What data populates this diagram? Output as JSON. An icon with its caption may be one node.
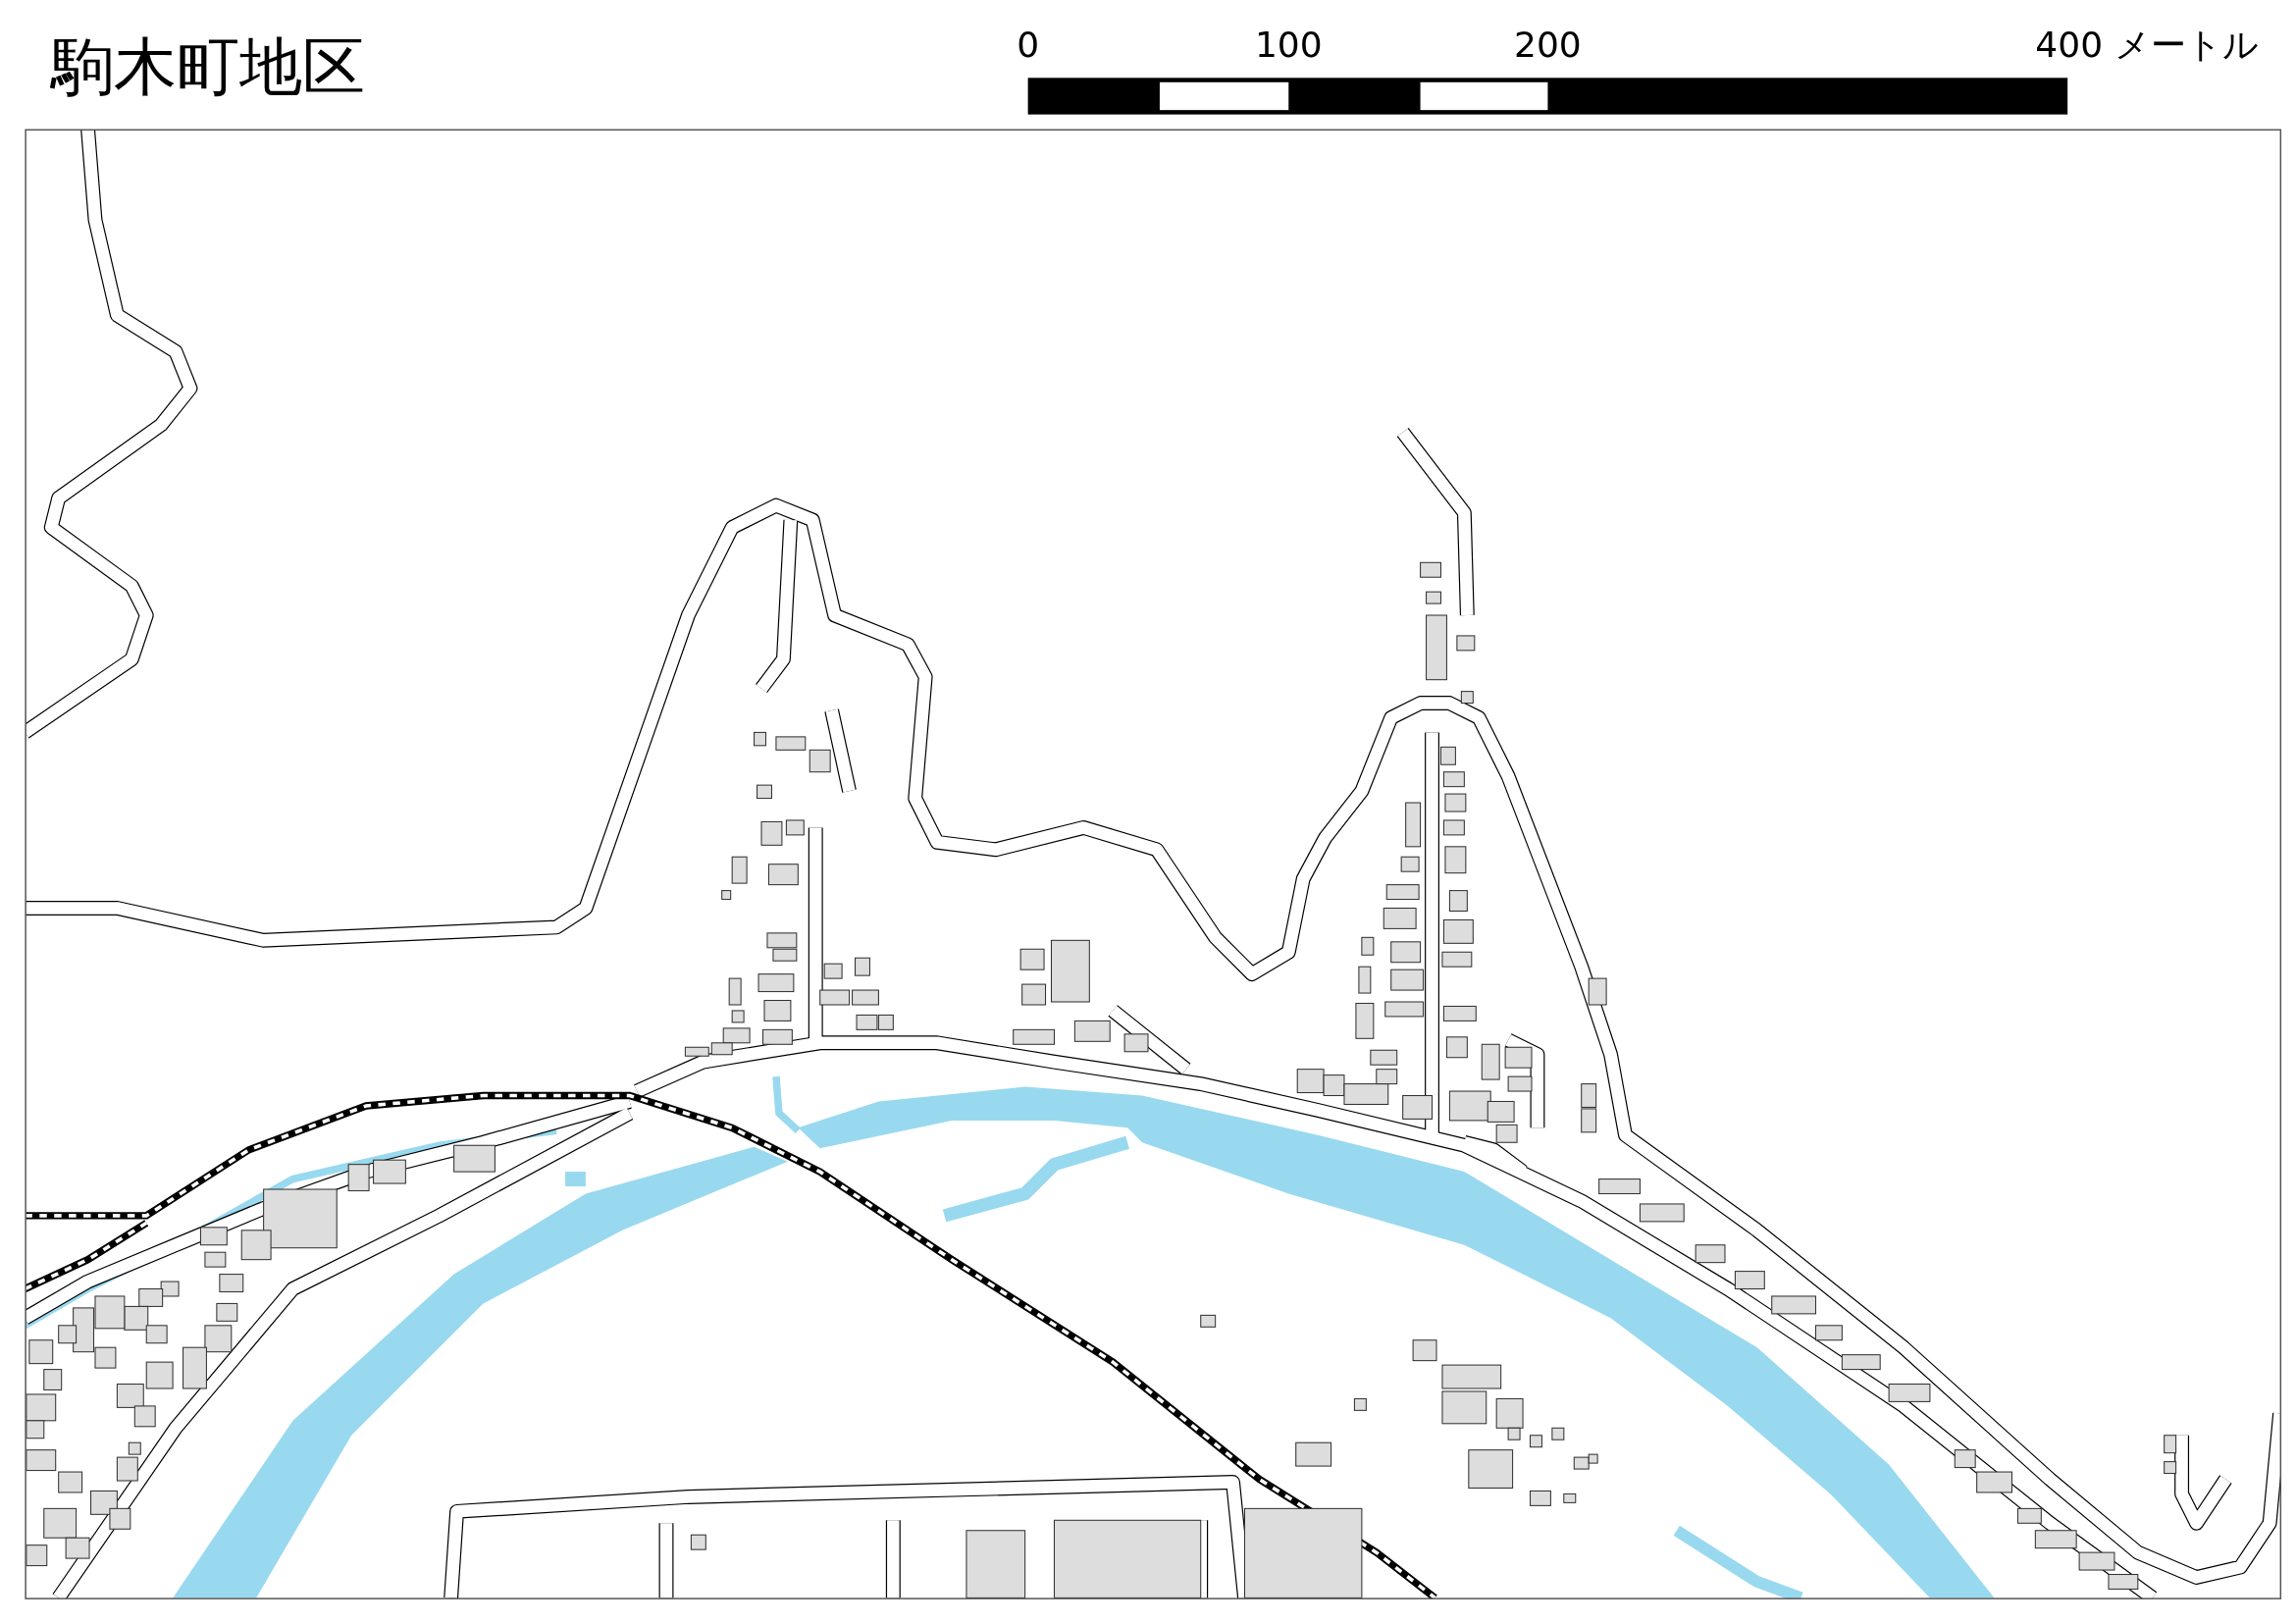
{
  "diagram": {
    "title": "駒木町地区",
    "labels": [
      "0",
      "100",
      "200",
      "400 メートル"
    ]
  }
}
